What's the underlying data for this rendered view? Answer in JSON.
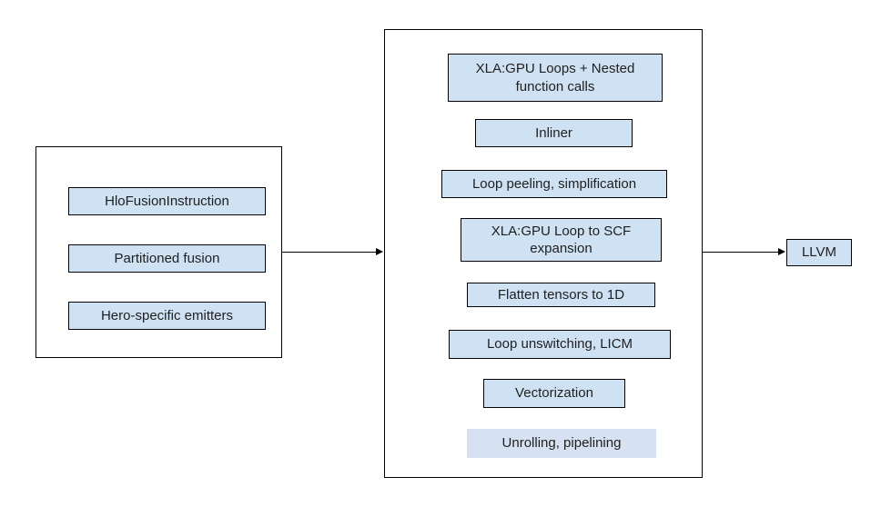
{
  "diagram": {
    "left_group": {
      "items": [
        "HloFusionInstruction",
        "Partitioned fusion",
        "Hero-specific emitters"
      ]
    },
    "pipeline_group": {
      "items": [
        "XLA:GPU Loops + Nested function calls",
        "Inliner",
        "Loop peeling, simplification",
        "XLA:GPU Loop to SCF expansion",
        "Flatten tensors to 1D",
        "Loop unswitching, LICM",
        "Vectorization",
        "Unrolling, pipelining"
      ]
    },
    "output_node": "LLVM",
    "colors": {
      "box_fill": "#cfe2f3",
      "box_border": "#000000",
      "unrolling_fill": "#d6e2f2",
      "container_border": "#000000",
      "arrow": "#000000",
      "text": "#1f1f1f"
    }
  }
}
